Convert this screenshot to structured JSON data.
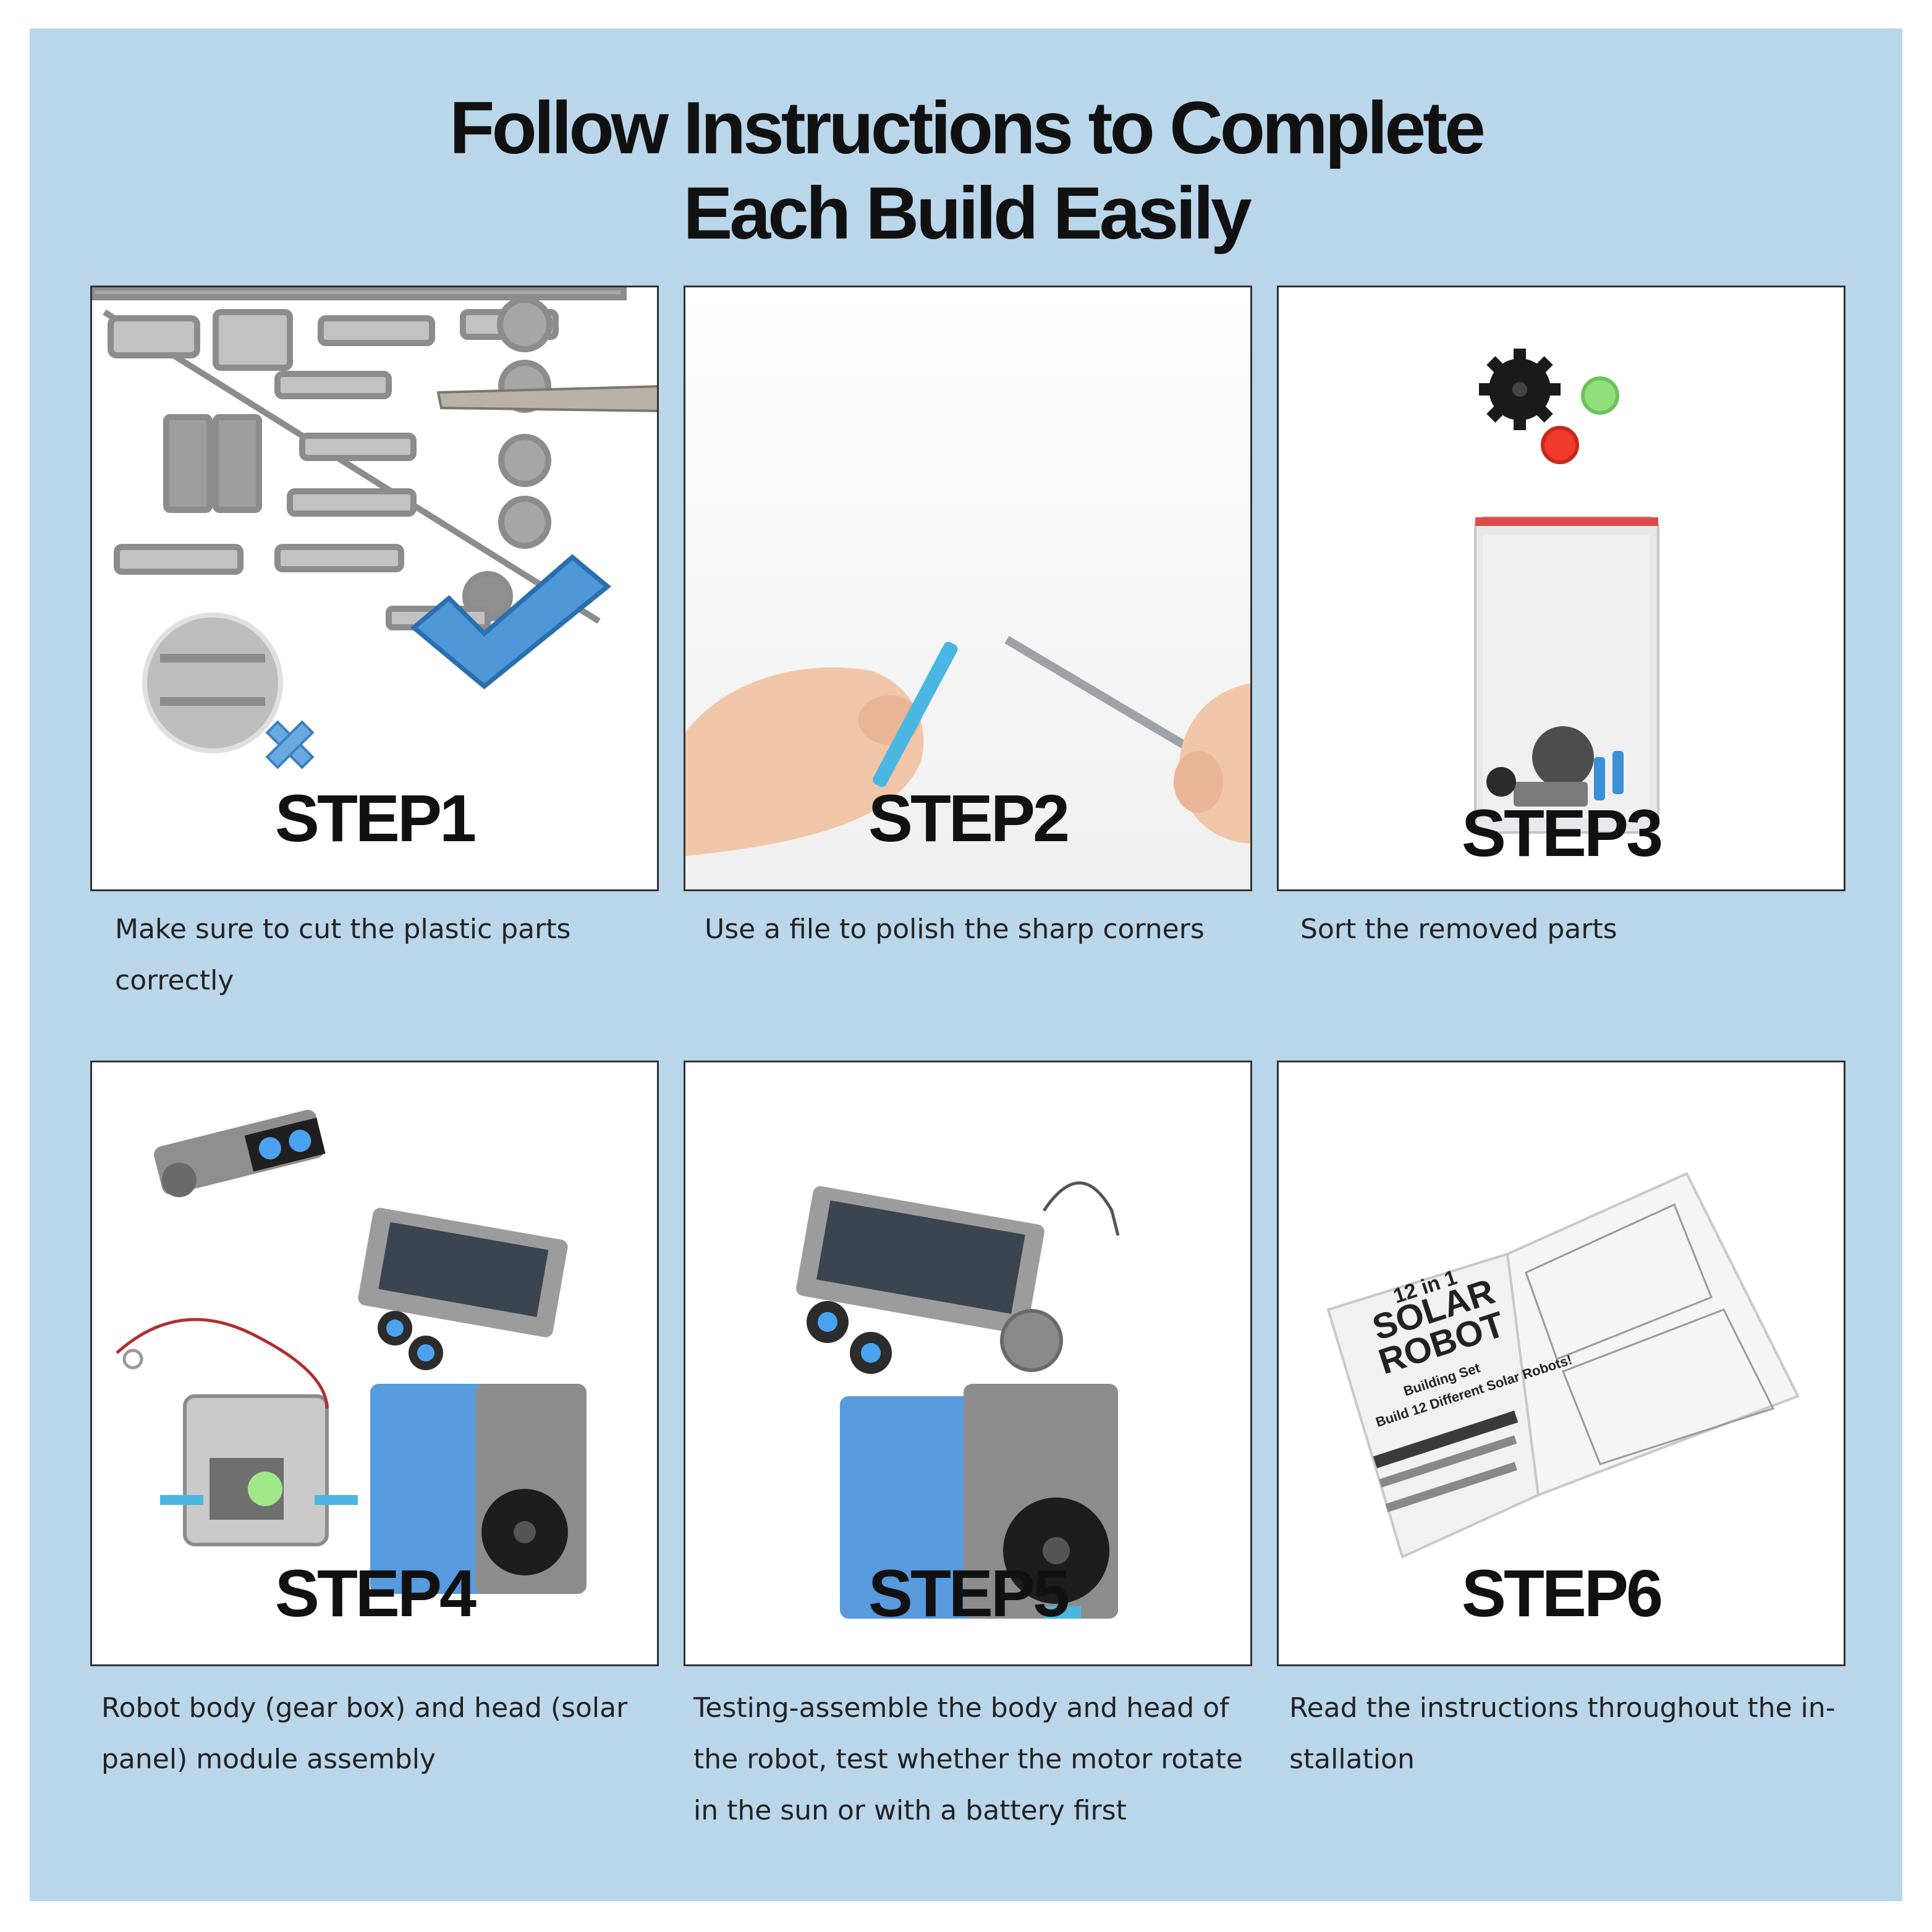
{
  "header": {
    "title_line1": "Follow Instructions to Complete",
    "title_line2": "Each Build Easily"
  },
  "steps": [
    {
      "label": "STEP1",
      "caption": "Make sure to cut the plastic parts correctly"
    },
    {
      "label": "STEP2",
      "caption": "Use a file to polish the sharp corners"
    },
    {
      "label": "STEP3",
      "caption": "Sort the removed parts"
    },
    {
      "label": "STEP4",
      "caption": "Robot body (gear box) and head (solar panel) module assembly"
    },
    {
      "label": "STEP5",
      "caption": "Testing-assemble the body and head of the robot, test whether the motor rotate in the sun or with a battery first"
    },
    {
      "label": "STEP6",
      "caption": "Read the instructions throughout the  in-stallation"
    }
  ],
  "booklet": {
    "line1": "12 in 1",
    "line2": "SOLAR",
    "line3": "ROBOT",
    "line4": "Building Set",
    "line5": "Build 12 Different Solar Robots!"
  },
  "colors": {
    "background": "#bad6eb",
    "accent_blue": "#3a8fd6",
    "text": "#111111"
  }
}
